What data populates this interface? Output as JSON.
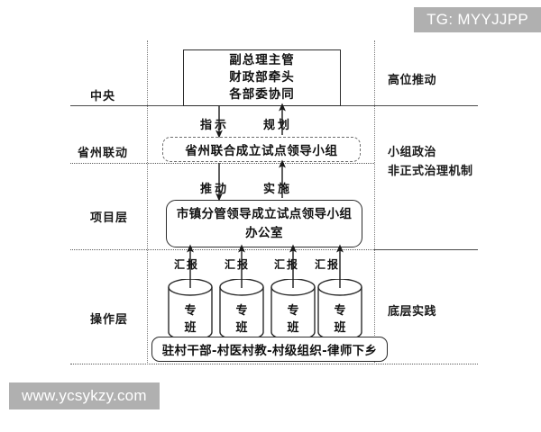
{
  "watermarks": {
    "top_right": "TG: MYYJJPP",
    "bottom_left": "www.ycsykzy.com"
  },
  "layer_labels": [
    {
      "id": "central",
      "text": "中央"
    },
    {
      "id": "province-linkage",
      "text": "省州联动"
    },
    {
      "id": "project",
      "text": "项目层"
    },
    {
      "id": "operation",
      "text": "操作层"
    }
  ],
  "side_notes": [
    {
      "id": "high-level-push",
      "text": "高位推动"
    },
    {
      "id": "group-politics-line1",
      "text": "小组政治"
    },
    {
      "id": "group-politics-line2",
      "text": "非正式治理机制"
    },
    {
      "id": "grassroots-practice",
      "text": "底层实践"
    }
  ],
  "boxes": {
    "central": {
      "lines": [
        "副总理主管",
        "财政部牵头",
        "各部委协同"
      ]
    },
    "province": {
      "lines": [
        "省州联合成立试点领导小组"
      ]
    },
    "project": {
      "lines": [
        "市镇分管领导成立试点领导小组",
        "办公室"
      ]
    },
    "village": {
      "lines": [
        "驻村干部-村医村教-村级组织-律师下乡"
      ]
    }
  },
  "arrow_labels": {
    "instruct": "指示",
    "plan": "规划",
    "promote": "推动",
    "implement": "实施"
  },
  "cylinders": [
    {
      "id": "task-force-1",
      "report": "汇报",
      "line1": "专",
      "line2": "班"
    },
    {
      "id": "task-force-2",
      "report": "汇报",
      "line1": "专",
      "line2": "班"
    },
    {
      "id": "task-force-3",
      "report": "汇报",
      "line1": "专",
      "line2": "班"
    },
    {
      "id": "task-force-4",
      "report": "汇报",
      "line1": "专",
      "line2": "班"
    }
  ],
  "colors": {
    "background": "#ffffff",
    "stroke": "#2b2b2b",
    "divider": "#4a4a4a",
    "dashed": "#7a7a7a",
    "watermark_band": "#b0b0b0",
    "watermark_text": "#ffffff"
  }
}
